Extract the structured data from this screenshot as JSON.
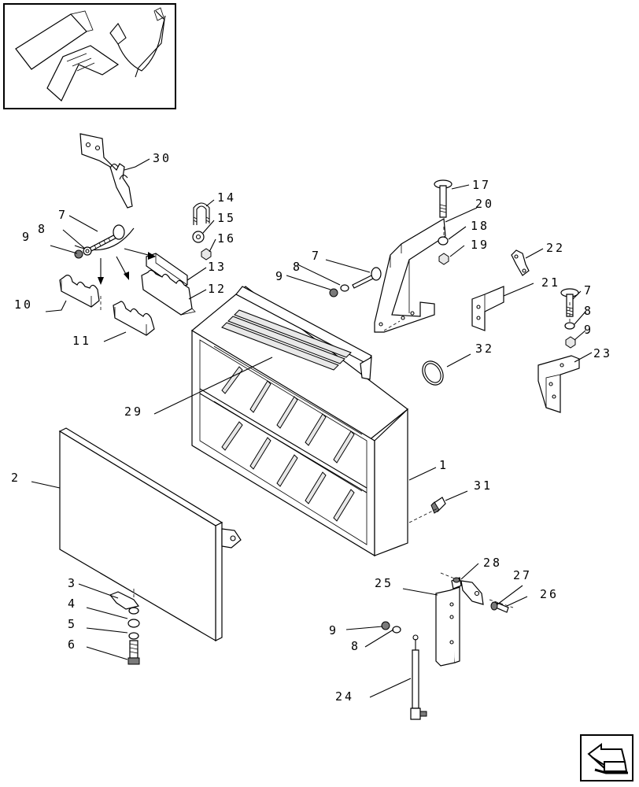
{
  "callouts": {
    "c1": "1",
    "c2": "2",
    "c3": "3",
    "c4": "4",
    "c5": "5",
    "c6": "6",
    "c7a": "7",
    "c7b": "7",
    "c7c": "7",
    "c8a": "8",
    "c8b": "8",
    "c8c": "8",
    "c8d": "8",
    "c9a": "9",
    "c9b": "9",
    "c9c": "9",
    "c9d": "9",
    "c10": "10",
    "c11": "11",
    "c12": "12",
    "c13": "13",
    "c14": "14",
    "c15": "15",
    "c16": "16",
    "c17": "17",
    "c18": "18",
    "c19": "19",
    "c20": "20",
    "c21": "21",
    "c22": "22",
    "c23": "23",
    "c24": "24",
    "c25": "25",
    "c26": "26",
    "c27": "27",
    "c28": "28",
    "c29": "29",
    "c30": "30",
    "c31": "31",
    "c32": "32"
  },
  "icons": {
    "nav": "next-page-arrow-icon",
    "inset": "location-inset"
  }
}
